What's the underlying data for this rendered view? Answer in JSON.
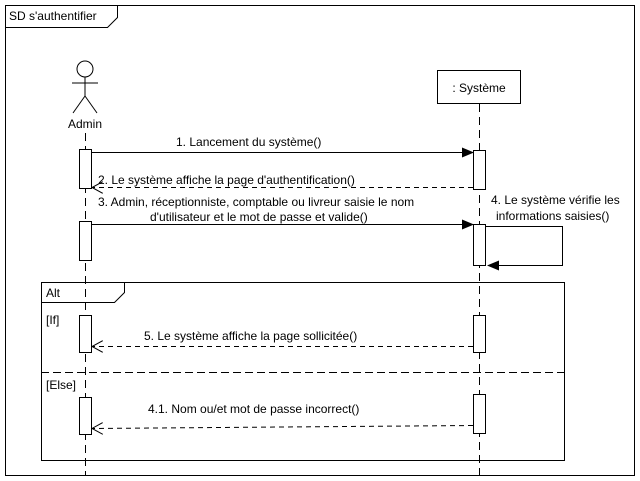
{
  "frame": {
    "title": "SD s'authentifier"
  },
  "actor": {
    "name": "Admin"
  },
  "system": {
    "name": ": Système"
  },
  "messages": {
    "m1": "1. Lancement du système()",
    "m2": "2. Le système affiche la page d'authentification()",
    "m3_line1": "3. Admin, réceptionniste, comptable ou livreur saisie le nom",
    "m3_line2": "d'utilisateur et le mot de passe et valide()",
    "m4_line1": "4. Le système vérifie les",
    "m4_line2": "informations saisies()",
    "m5": "5. Le système affiche la page sollicitée()",
    "m41": "4.1. Nom ou/et mot de passe incorrect()"
  },
  "fragment": {
    "operator": "Alt",
    "guard_if": "[If]",
    "guard_else": "[Else]"
  }
}
